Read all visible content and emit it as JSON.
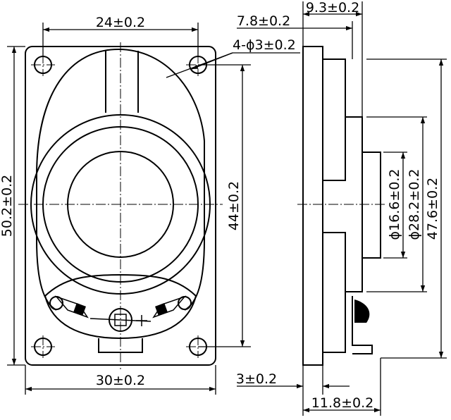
{
  "dimensions": {
    "top_hole_spacing": "24±0.2",
    "mount_hole": "4-ϕ3±0.2",
    "overall_height": "50.2±0.2",
    "hole_vertical_spacing": "44±0.2",
    "overall_width": "30±0.2",
    "depth_total_top": "9.3±0.2",
    "flange_to_face": "7.8±0.2",
    "magnet_dia": "ϕ16.6±0.2",
    "frame_dia": "ϕ28.2±0.2",
    "frame_height": "47.6±0.2",
    "flange_thickness": "3±0.2",
    "depth_total_bottom": "11.8±0.2"
  }
}
